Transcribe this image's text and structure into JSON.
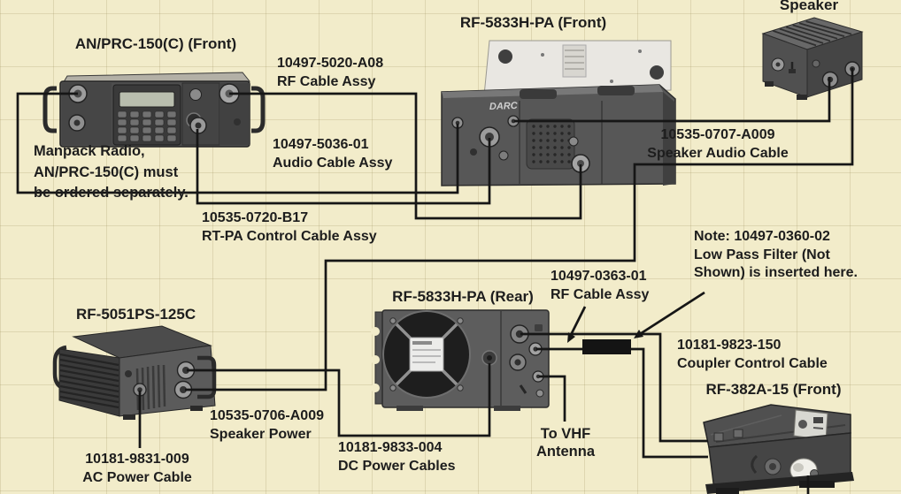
{
  "diagram": {
    "colors": {
      "background": "#f2ecca",
      "grid": "#d9d2ad",
      "wire": "#161616",
      "text": "#1d1d1d",
      "filter_block": "#141414"
    },
    "devices": {
      "prc150": {
        "title": "AN/PRC-150(C) (Front)"
      },
      "pa_front": {
        "title": "RF-5833H-PA (Front)",
        "logo": "DARC"
      },
      "speaker": {
        "title": "Speaker"
      },
      "ps": {
        "title": "RF-5051PS-125C"
      },
      "pa_rear": {
        "title": "RF-5833H-PA (Rear)"
      },
      "coupler": {
        "title": "RF-382A-15 (Front)"
      }
    },
    "labels": {
      "rf_cable_front": {
        "line1": "10497-5020-A08",
        "line2": "RF Cable Assy"
      },
      "audio_cable": {
        "line1": "10497-5036-01",
        "line2": "Audio Cable Assy"
      },
      "manpack_note": {
        "line1": "Manpack Radio,",
        "line2": "AN/PRC-150(C) must",
        "line3": "be ordered separately."
      },
      "rtpa_control": {
        "line1": "10535-0720-B17",
        "line2": "RT-PA Control Cable Assy"
      },
      "speaker_audio": {
        "line1": "10535-0707-A009",
        "line2": "Speaker Audio Cable"
      },
      "lpf_note": {
        "line1": "Note: 10497-0360-02",
        "line2": "Low Pass Filter (Not",
        "line3": "Shown) is inserted here."
      },
      "rf_cable_rear": {
        "line1": "10497-0363-01",
        "line2": "RF Cable Assy"
      },
      "coupler_control": {
        "line1": "10181-9823-150",
        "line2": "Coupler Control Cable"
      },
      "speaker_power": {
        "line1": "10535-0706-A009",
        "line2": "Speaker Power"
      },
      "dc_power": {
        "line1": "10181-9833-004",
        "line2": "DC Power Cables"
      },
      "to_vhf": {
        "line1": "To VHF",
        "line2": "Antenna"
      },
      "ac_power": {
        "line1": "10181-9831-009",
        "line2": "AC Power Cable"
      }
    }
  }
}
